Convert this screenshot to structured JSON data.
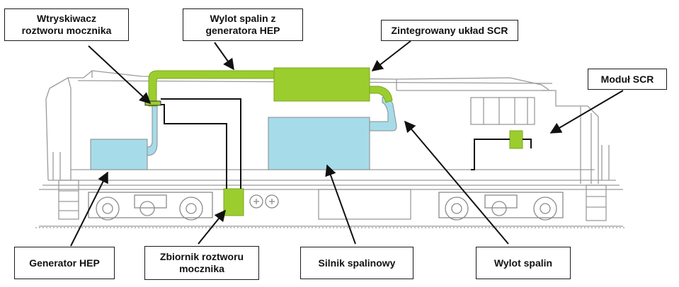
{
  "labels": {
    "injector": {
      "line1": "Wtryskiwacz",
      "line2": "roztworu mocznika"
    },
    "hep_exhaust": {
      "line1": "Wylot spalin z",
      "line2": "generatora HEP"
    },
    "integrated_scr": {
      "text": "Zintegrowany układ SCR"
    },
    "scr_module": {
      "text": "Moduł SCR"
    },
    "hep_generator": {
      "text": "Generator HEP"
    },
    "urea_tank": {
      "line1": "Zbiornik roztworu",
      "line2": "mocznika"
    },
    "diesel_engine": {
      "text": "Silnik spalinowy"
    },
    "exhaust_outlet": {
      "text": "Wylot spalin"
    }
  },
  "colors": {
    "green": "#9ccd2e",
    "blue": "#a6dce9",
    "outline": "#9a9a9a",
    "wire": "#111111"
  }
}
